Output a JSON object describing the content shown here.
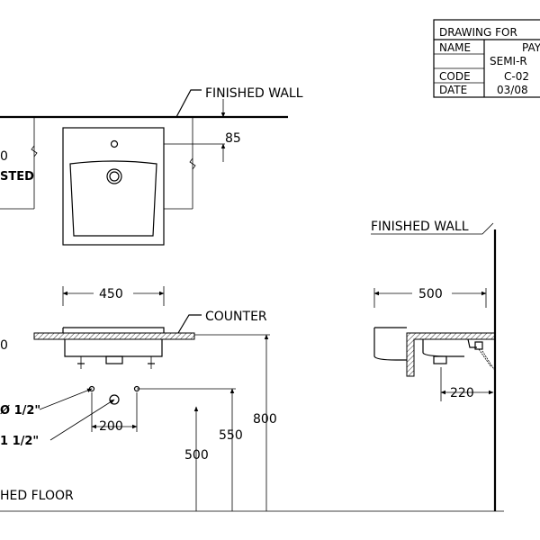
{
  "title_block": {
    "header": "DRAWING FOR",
    "rows": [
      {
        "key": "NAME",
        "value": "PAY"
      },
      {
        "key": "",
        "value": "SEMI-R"
      },
      {
        "key": "CODE",
        "value": "C-02"
      },
      {
        "key": "DATE",
        "value": "03/08"
      }
    ]
  },
  "labels": {
    "finished_wall_top": "FINISHED WALL",
    "finished_wall_right": "FINISHED WALL",
    "counter": "COUNTER",
    "finished_floor": "HED FLOOR",
    "left_number_top": "0",
    "left_text_top": "STED",
    "left_number_mid": "0",
    "pipe_1": "Ø 1/2\"",
    "pipe_2": "1 1/2\""
  },
  "dimensions": {
    "d85": "85",
    "d450": "450",
    "d500_side": "500",
    "d220": "220",
    "d200": "200",
    "d500_height": "500",
    "d550": "550",
    "d800": "800"
  }
}
